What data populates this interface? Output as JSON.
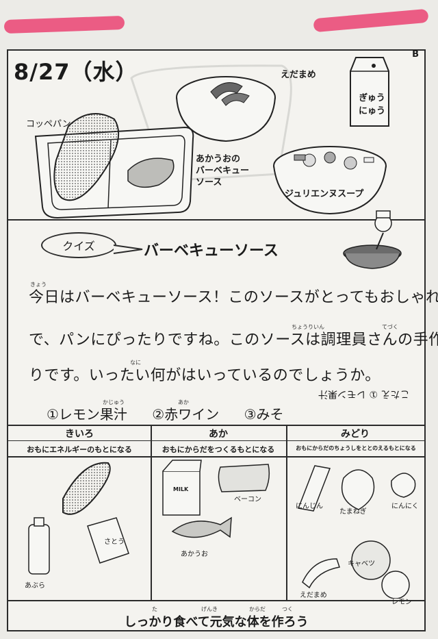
{
  "sheet_id": "B",
  "date": "8/27（水）",
  "menu": {
    "bread": "コッペパン",
    "edamame": "えだまめ",
    "milk_carton": "ぎゅう\nにゅう",
    "sauce": "あかうおの\nバーベキュー\nソース",
    "soup": "ジュリエンヌスープ"
  },
  "quiz": {
    "bubble": "クイズ",
    "title": "バーベキューソース",
    "lines": [
      "今日はバーベキューソース！このソースがとってもおしゃれ",
      "で、パンにぴったりですね。このソースは調理員さんの手作",
      "りです。いったい何がはいっているのでしょうか。"
    ],
    "ruby": {
      "kyou": "きょう",
      "chouriin": "ちょうりいん",
      "tezuku": "てづく",
      "nani": "なに",
      "kajuu": "かじゅう",
      "aka": "あか"
    },
    "choices": [
      "①レモン果汁",
      "②赤ワイン",
      "③みそ"
    ],
    "answer": "こたえ ① レモン果汁"
  },
  "groups": [
    {
      "name": "きいろ",
      "desc": "おもにエネルギーのもとになる",
      "foods": [
        "さとう",
        "あぶら"
      ]
    },
    {
      "name": "あか",
      "desc": "おもにからだをつくるもとになる",
      "foods": [
        "ベーコン",
        "あかうお"
      ]
    },
    {
      "name": "みどり",
      "desc": "おもにからだのちょうしをととのえるもとになる",
      "foods": [
        "にんじん",
        "たまねぎ",
        "にんにく",
        "キャベツ",
        "えだまめ",
        "レモン"
      ]
    }
  ],
  "milk_box_label": "MILK",
  "slogan": "しっかり食べて元気な体を作ろう",
  "slogan_ruby": {
    "ta": "た",
    "genki": "げんき",
    "karada": "からだ",
    "tsuku": "つく"
  }
}
